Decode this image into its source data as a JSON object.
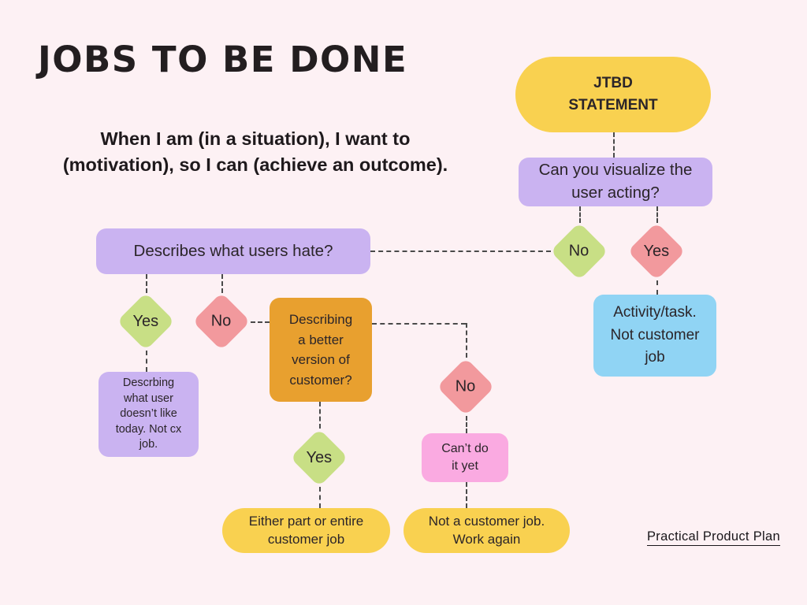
{
  "header": {
    "title": "JOBS TO BE DONE",
    "subtitle": "When I am (in a situation), I want to\n(motivation), so I can (achieve an outcome)."
  },
  "footer": {
    "credit": "Practical Product Plan"
  },
  "colors": {
    "background": "#FDF1F4",
    "yellow": "#F9D150",
    "purple": "#CAB3F1",
    "blue": "#90D4F4",
    "orange": "#E8A02F",
    "pink": "#FAAAE1",
    "green_diamond": "#C8DF85",
    "salmon_diamond": "#F2999D",
    "text": "#2B2529",
    "connector": "#4A4A4A"
  },
  "nodes": [
    {
      "id": "jtbd-statement",
      "shape": "pill",
      "color": "yellow",
      "label": "JTBD\nSTATEMENT"
    },
    {
      "id": "can-you-visualize",
      "shape": "rect",
      "color": "purple",
      "label": "Can you visualize the\nuser acting?"
    },
    {
      "id": "visualize-no",
      "shape": "diamond",
      "color": "green",
      "label": "No"
    },
    {
      "id": "visualize-yes",
      "shape": "diamond",
      "color": "salmon",
      "label": "Yes"
    },
    {
      "id": "activity-task",
      "shape": "rect",
      "color": "blue",
      "label": "Activity/task.\nNot customer\njob"
    },
    {
      "id": "describes-hate",
      "shape": "rect",
      "color": "purple",
      "label": "Describes what users hate?"
    },
    {
      "id": "hate-yes",
      "shape": "diamond",
      "color": "green",
      "label": "Yes"
    },
    {
      "id": "hate-no",
      "shape": "diamond",
      "color": "salmon",
      "label": "No"
    },
    {
      "id": "describing-dislike",
      "shape": "rect",
      "color": "purple",
      "label": "Descrbing\nwhat user\ndoesn’t like\ntoday. Not cx\njob."
    },
    {
      "id": "better-version",
      "shape": "rect",
      "color": "orange",
      "label": "Describing\na better\nversion of\ncustomer?"
    },
    {
      "id": "better-no",
      "shape": "diamond",
      "color": "salmon",
      "label": "No"
    },
    {
      "id": "better-yes",
      "shape": "diamond",
      "color": "green",
      "label": "Yes"
    },
    {
      "id": "cant-do-it-yet",
      "shape": "rect",
      "color": "pink",
      "label": "Can’t do\nit yet"
    },
    {
      "id": "either-part",
      "shape": "pill",
      "color": "yellow",
      "label": "Either part or entire\ncustomer job"
    },
    {
      "id": "not-customer-job",
      "shape": "pill",
      "color": "yellow",
      "label": "Not a customer job.\nWork again"
    }
  ],
  "edges": [
    {
      "from": "jtbd-statement",
      "to": "can-you-visualize"
    },
    {
      "from": "can-you-visualize",
      "to": "visualize-no"
    },
    {
      "from": "can-you-visualize",
      "to": "visualize-yes"
    },
    {
      "from": "visualize-yes",
      "to": "activity-task"
    },
    {
      "from": "describes-hate",
      "to": "visualize-no"
    },
    {
      "from": "describes-hate",
      "to": "hate-yes"
    },
    {
      "from": "describes-hate",
      "to": "hate-no"
    },
    {
      "from": "hate-yes",
      "to": "describing-dislike"
    },
    {
      "from": "hate-no",
      "to": "better-version"
    },
    {
      "from": "better-version",
      "to": "better-no"
    },
    {
      "from": "better-version",
      "to": "better-yes"
    },
    {
      "from": "better-no",
      "to": "cant-do-it-yet"
    },
    {
      "from": "better-yes",
      "to": "either-part"
    },
    {
      "from": "cant-do-it-yet",
      "to": "not-customer-job"
    }
  ]
}
